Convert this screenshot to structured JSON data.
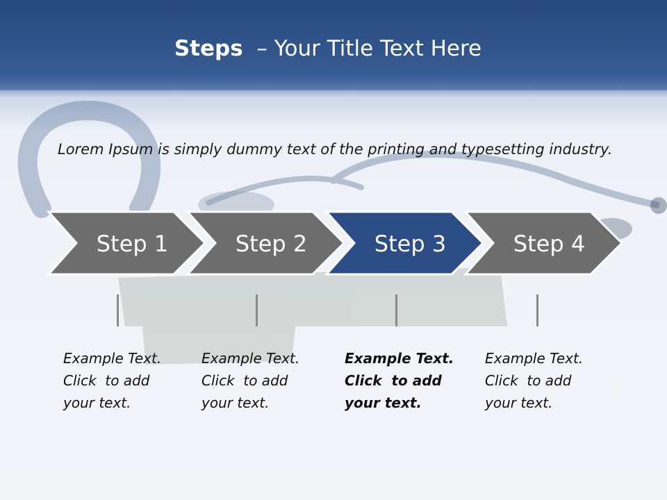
{
  "title": {
    "strong": "Steps",
    "rest": "  – Your Title Text Here"
  },
  "intro": "Lorem Ipsum is simply dummy text of the printing and typesetting industry.",
  "colors": {
    "step_default": "#6e6e6e",
    "step_active": "#2c4d85",
    "header": "#2b4f86"
  },
  "steps": [
    {
      "label": "Step 1",
      "active": false,
      "lines": [
        "Example Text.",
        "Click  to add",
        "your text."
      ]
    },
    {
      "label": "Step 2",
      "active": false,
      "lines": [
        "Example Text.",
        "Click  to add",
        "your text."
      ]
    },
    {
      "label": "Step 3",
      "active": true,
      "lines": [
        "Example Text.",
        "Click  to add",
        "your text."
      ]
    },
    {
      "label": "Step 4",
      "active": false,
      "lines": [
        "Example Text.",
        "Click  to add",
        "your text."
      ]
    }
  ]
}
